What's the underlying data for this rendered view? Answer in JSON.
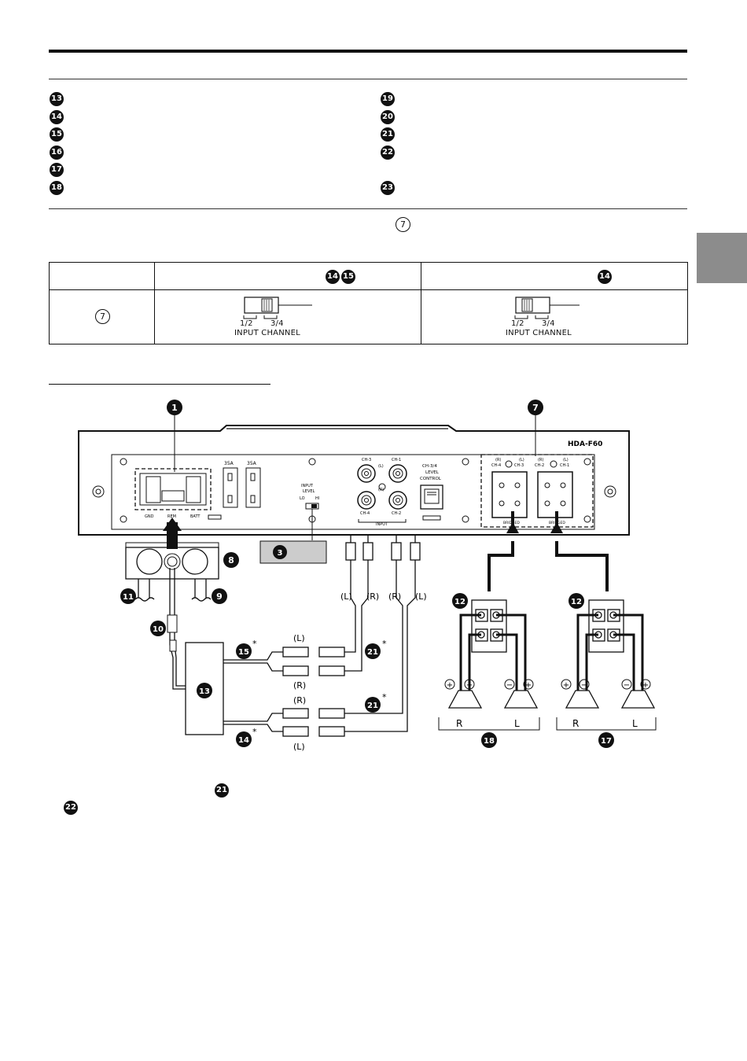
{
  "legend_left": [
    {
      "num": "13"
    },
    {
      "num": "14"
    },
    {
      "num": "15"
    },
    {
      "num": "16"
    },
    {
      "num": "17"
    },
    {
      "num": "18"
    }
  ],
  "legend_right": [
    {
      "num": "19"
    },
    {
      "num": "20"
    },
    {
      "num": "21"
    },
    {
      "num": "22"
    },
    {
      "num": "23"
    }
  ],
  "note_ref": "7",
  "table": {
    "header_col2_refs": [
      "14",
      "15"
    ],
    "header_col3_refs": [
      "14"
    ],
    "row_ref": "7",
    "switch": {
      "pos_a": "1/2",
      "pos_b": "3/4",
      "caption": "INPUT CHANNEL"
    }
  },
  "diagram": {
    "model": "HDA-F60",
    "callouts": {
      "power": "1",
      "input_level": "3",
      "speaker_out": "7",
      "fuse_block": "8",
      "batt_wire": "9",
      "remote_wire": "10",
      "gnd_wire": "11",
      "terminal_left": "12",
      "terminal_right": "12",
      "source_unit": "13",
      "rca_lower": "14",
      "rca_upper": "15",
      "cable_upper": "21",
      "cable_lower": "21",
      "spk_pair_left": "18",
      "spk_pair_right": "17"
    },
    "asterisk": "*",
    "amp_labels": {
      "fuse": "35A",
      "gnd": "GND",
      "rem": "REM",
      "batt": "BATT",
      "input_level_title": "INPUT",
      "input_level_sub": "LEVEL",
      "lo": "LO",
      "hi": "HI",
      "ch3": "CH-3",
      "ch1": "CH-1",
      "ch4": "CH-4",
      "ch2": "CH-2",
      "l": "(L)",
      "r": "(R)",
      "input": "INPUT",
      "ch34_title": "CH-3/4",
      "ch34_level": "LEVEL",
      "ch34_control": "CONTROL",
      "bridged": "BRIDGED"
    },
    "cable_labels": {
      "l": "(L)",
      "r": "(R)"
    },
    "speaker_labels": {
      "plus": "+",
      "minus": "−",
      "r": "R",
      "l": "L"
    }
  },
  "footnote": {
    "ref1": "21",
    "ref2": "22"
  }
}
